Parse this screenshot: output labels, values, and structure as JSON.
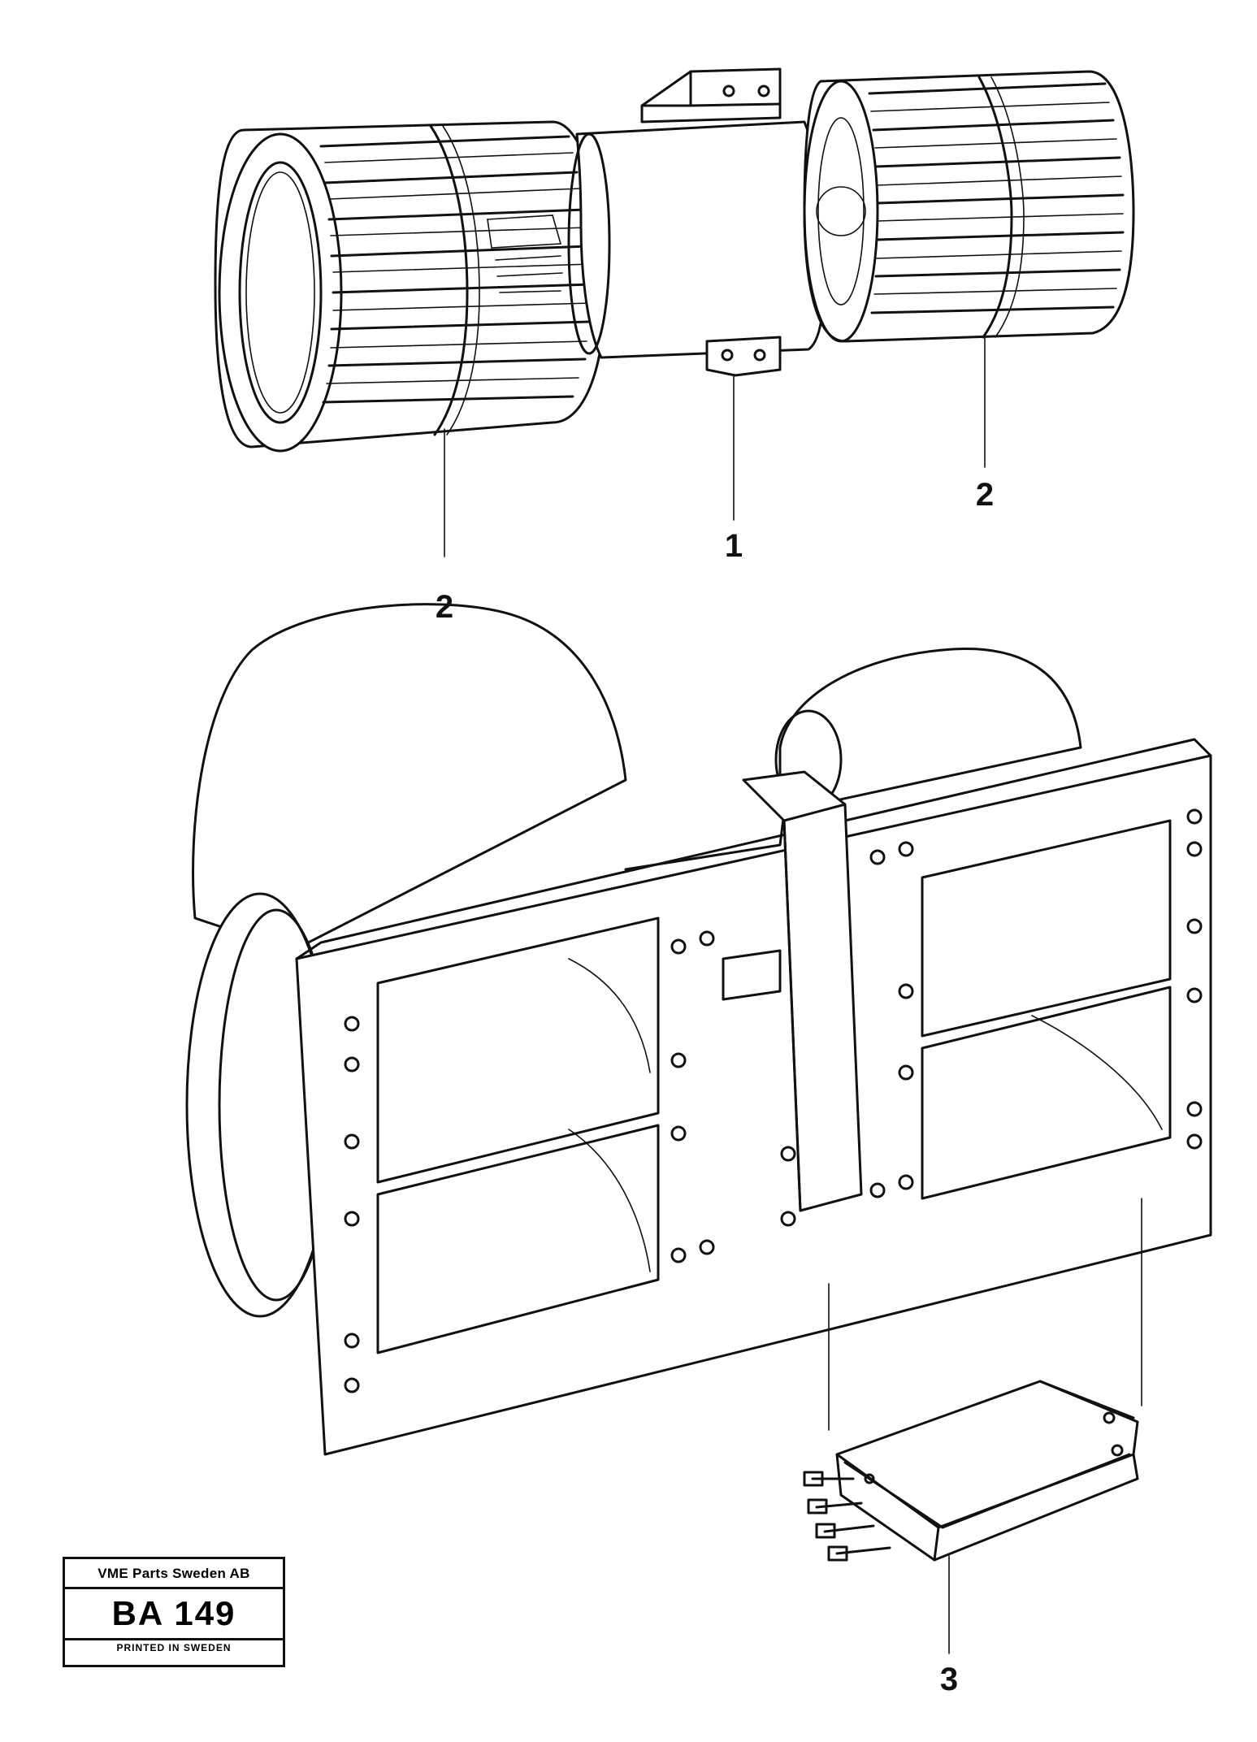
{
  "callouts": {
    "blower_motor": "1",
    "fan_wheel_left": "2",
    "fan_wheel_right": "2",
    "resistor": "3"
  },
  "stamp": {
    "company": "VME Parts Sweden AB",
    "code": "BA 149",
    "printed": "PRINTED IN SWEDEN"
  }
}
